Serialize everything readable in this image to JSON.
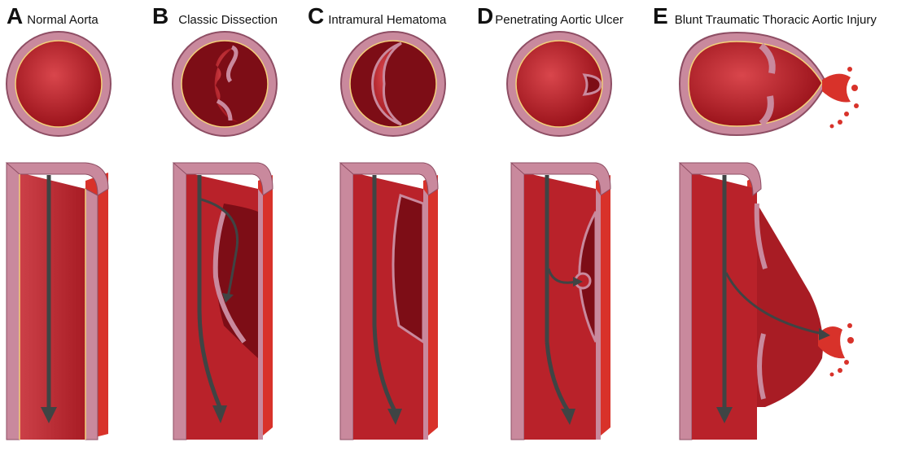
{
  "panels": [
    {
      "letter": "A",
      "title": "Normal Aorta"
    },
    {
      "letter": "B",
      "title": "Classic Dissection"
    },
    {
      "letter": "C",
      "title": "Intramural Hematoma"
    },
    {
      "letter": "D",
      "title": "Penetrating Aortic Ulcer"
    },
    {
      "letter": "E",
      "title": "Blunt Traumatic Thoracic Aortic Injury"
    }
  ],
  "colors": {
    "wall": "#c9899d",
    "wall_dark": "#9e5a70",
    "lumen": "#c0262e",
    "lumen_dark": "#7d0d16",
    "intima": "#f3d27a",
    "outer_red": "#d8322a",
    "arrow": "#3f4444"
  }
}
